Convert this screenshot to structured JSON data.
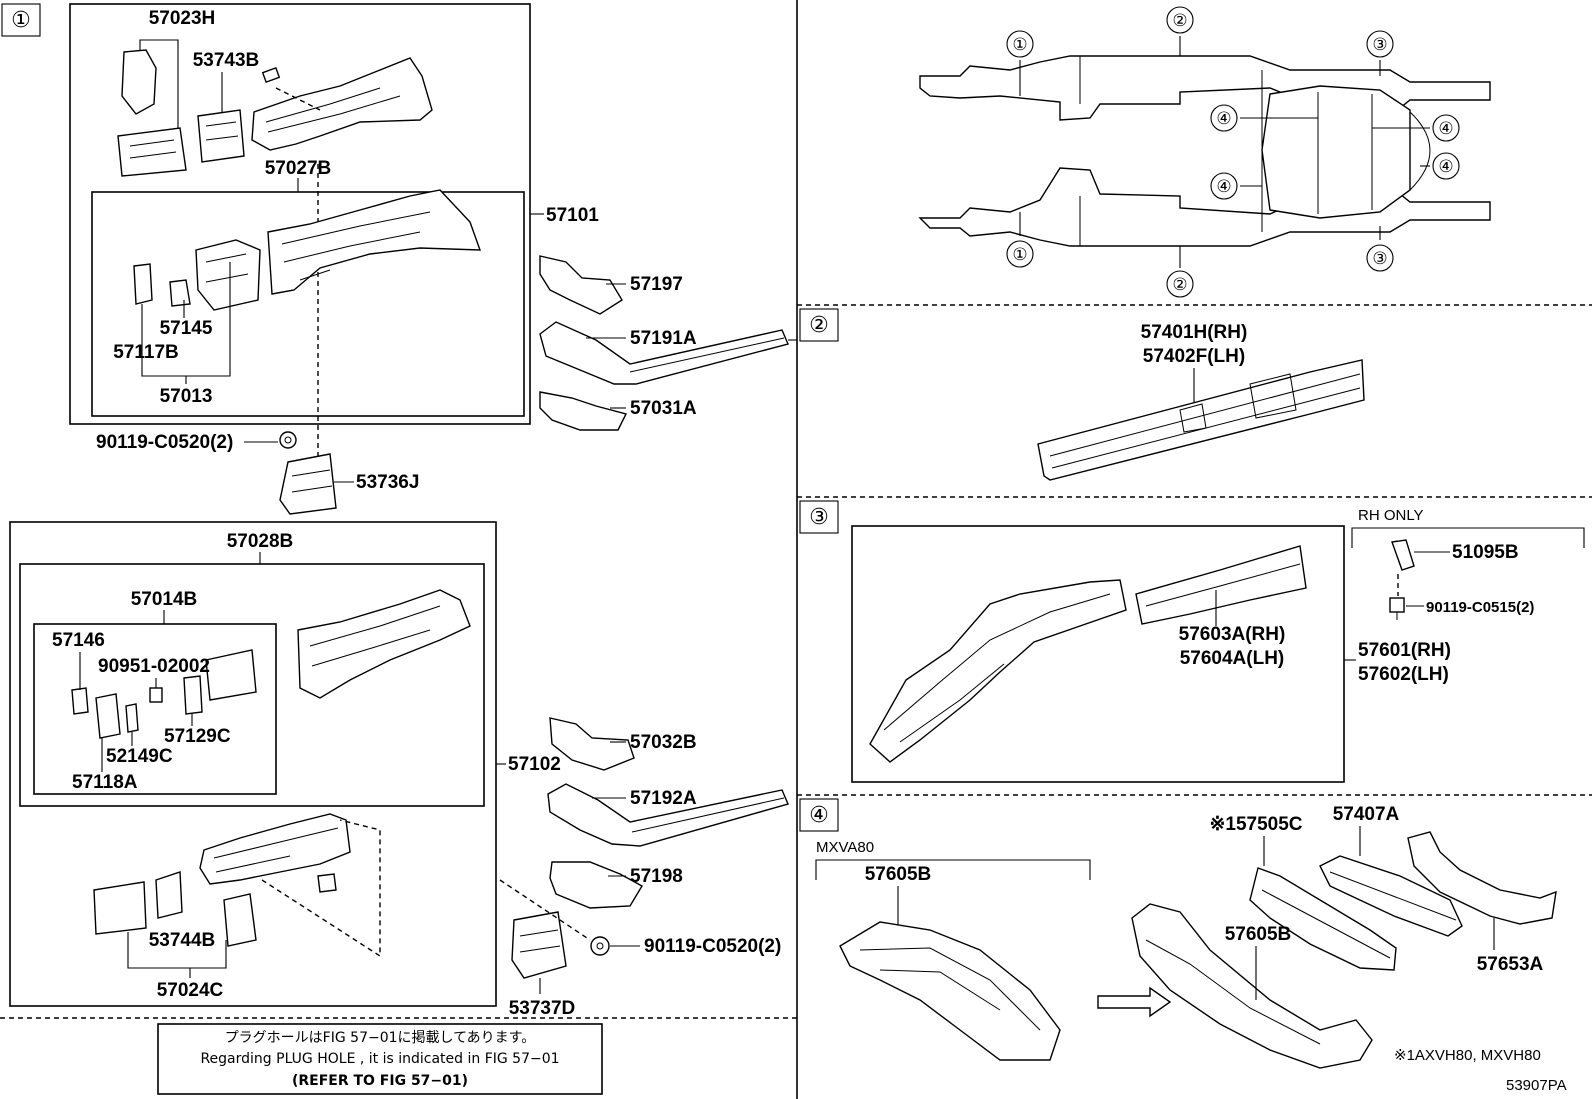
{
  "section_markers": {
    "s1": "①",
    "s2": "②",
    "s3": "③",
    "s4": "④"
  },
  "overview": {
    "labels": [
      "①",
      "②",
      "③",
      "④",
      "④",
      "④",
      "④",
      "①",
      "②",
      "③"
    ]
  },
  "section1": {
    "p57023H": "57023H",
    "p53743B": "53743B",
    "p57027B": "57027B",
    "p57101": "57101",
    "p57145": "57145",
    "p57117B": "57117B",
    "p57013": "57013",
    "p57197": "57197",
    "p57191A": "57191A",
    "p57031A": "57031A",
    "p90119_C0520_a": "90119-C0520(2)",
    "p53736J": "53736J",
    "p57028B": "57028B",
    "p57014B": "57014B",
    "p57146": "57146",
    "p90951_02002": "90951-02002",
    "p57129C": "57129C",
    "p52149C": "52149C",
    "p57118A": "57118A",
    "p57102": "57102",
    "p57032B": "57032B",
    "p57192A": "57192A",
    "p57198": "57198",
    "p90119_C0520_b": "90119-C0520(2)",
    "p53744B": "53744B",
    "p57024C": "57024C",
    "p53737D": "53737D"
  },
  "section2": {
    "p57401H": "57401H(RH)",
    "p57402F": "57402F(LH)"
  },
  "section3": {
    "rh_only": "RH ONLY",
    "p51095B": "51095B",
    "p90119_C0515": "90119-C0515(2)",
    "p57603A": "57603A(RH)",
    "p57604A": "57604A(LH)",
    "p57601": "57601(RH)",
    "p57602": "57602(LH)"
  },
  "section4": {
    "mxva80": "MXVA80",
    "p57605B_a": "57605B",
    "p57505C": "※157505C",
    "p57407A": "57407A",
    "p57605B_b": "57605B",
    "p57653A": "57653A",
    "footnote": "※1AXVH80, MXVH80"
  },
  "notice": {
    "line1": "プラグホールはFIG 57−01に掲載してあります。",
    "line2": "Regarding  PLUG  HOLE , it is indicated in  FIG  57−01",
    "line3": "(REFER  TO  FIG  57−01)"
  },
  "figure_id": "53907PA"
}
